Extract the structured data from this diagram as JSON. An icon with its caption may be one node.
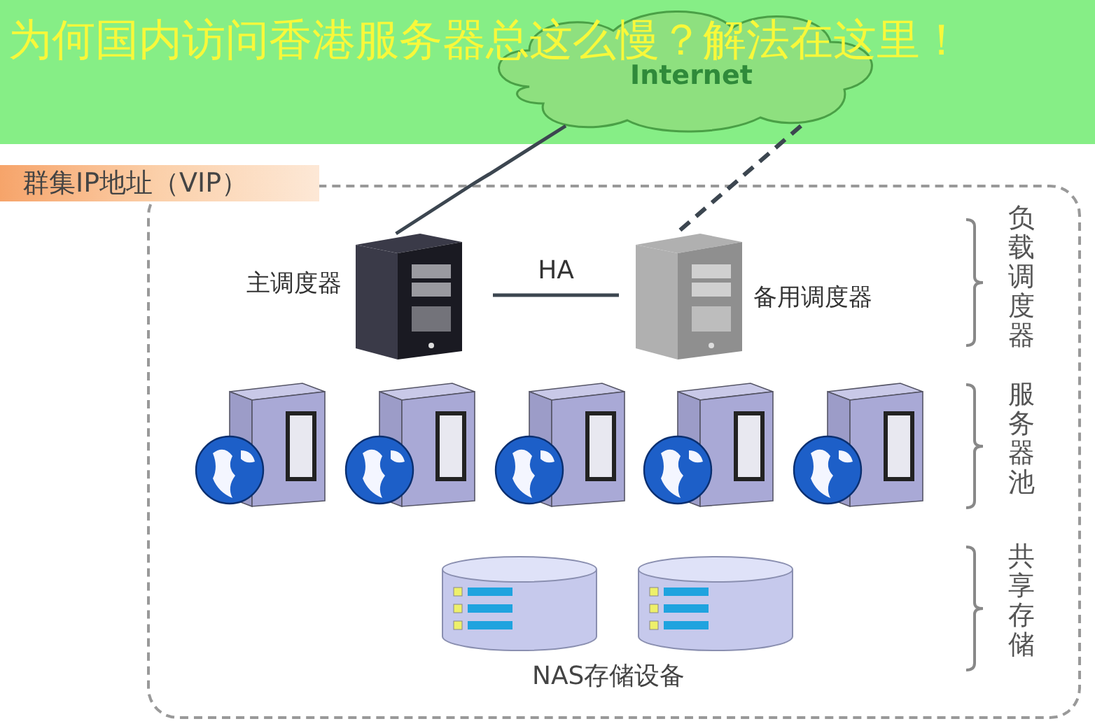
{
  "diagram": {
    "title": "为何国内访问香港服务器总这么慢？解法在这里！",
    "nodes": [
      {
        "text": [
          "Internet"
        ]
      },
      {
        "text": [
          "群集IP地址（VIP）"
        ]
      },
      {
        "text": [],
        "shape": "picture",
        "in": 1,
        "beside": [
          "主调度器"
        ]
      },
      {
        "text": [],
        "shape": "picture",
        "in": 1,
        "beside": [
          "备用调度器"
        ]
      },
      {
        "text": [],
        "shape": "picture",
        "in": 1
      },
      {
        "text": [],
        "shape": "picture",
        "in": 1
      },
      {
        "text": [],
        "shape": "picture",
        "in": 1
      },
      {
        "text": [],
        "shape": "picture",
        "in": 1
      },
      {
        "text": [],
        "shape": "picture",
        "in": 1
      },
      {
        "text": [],
        "shape": "cylinder",
        "in": 1
      },
      {
        "text": [],
        "shape": "cylinder",
        "in": 1
      }
    ],
    "edges": [
      {
        "from": 0,
        "to": 2,
        "arrow": "none"
      },
      {
        "from": 0,
        "to": 3,
        "arrow": "none",
        "style": "dashed"
      },
      {
        "from": 2,
        "to": 3,
        "arrow": "none",
        "label": "HA"
      }
    ],
    "labels": [
      "负载调度器",
      "服务器池",
      "共享存储",
      "NAS存储设备"
    ]
  }
}
